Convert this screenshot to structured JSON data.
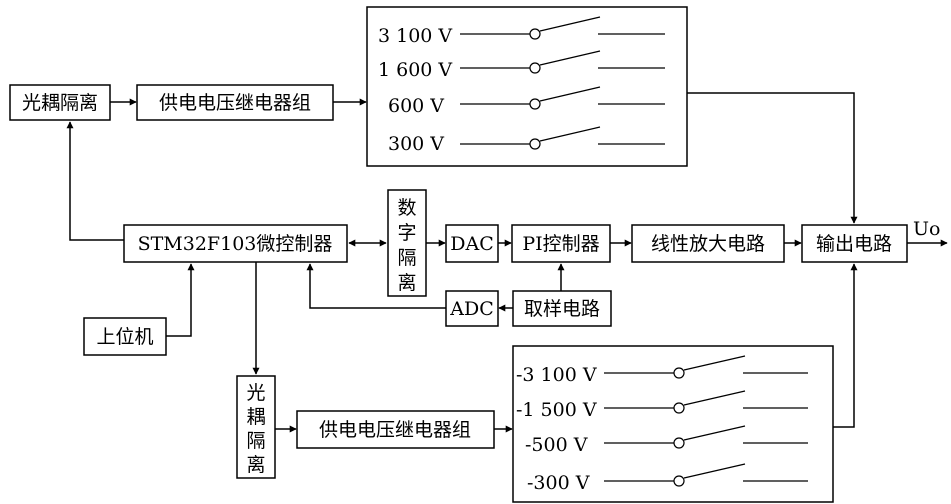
{
  "blocks": {
    "optocoupler_top": "光耦隔离",
    "relay_group_top": "供电电压继电器组",
    "mcu": "STM32F103微控制器",
    "digital_isolation": [
      "数",
      "字",
      "隔",
      "离"
    ],
    "dac": "DAC",
    "pi_controller": "PI控制器",
    "linear_amplifier": "线性放大电路",
    "output_circuit": "输出电路",
    "output_label": "Uo",
    "adc": "ADC",
    "sampling_circuit": "取样电路",
    "host_pc": "上位机",
    "optocoupler_bottom": [
      "光",
      "耦",
      "隔",
      "离"
    ],
    "relay_group_bottom": "供电电压继电器组"
  },
  "positive_switches": [
    "3 100 V",
    "1 600 V",
    "600 V",
    "300 V"
  ],
  "negative_switches": [
    "-3 100 V",
    "-1 500 V",
    "-500 V",
    "-300 V"
  ]
}
